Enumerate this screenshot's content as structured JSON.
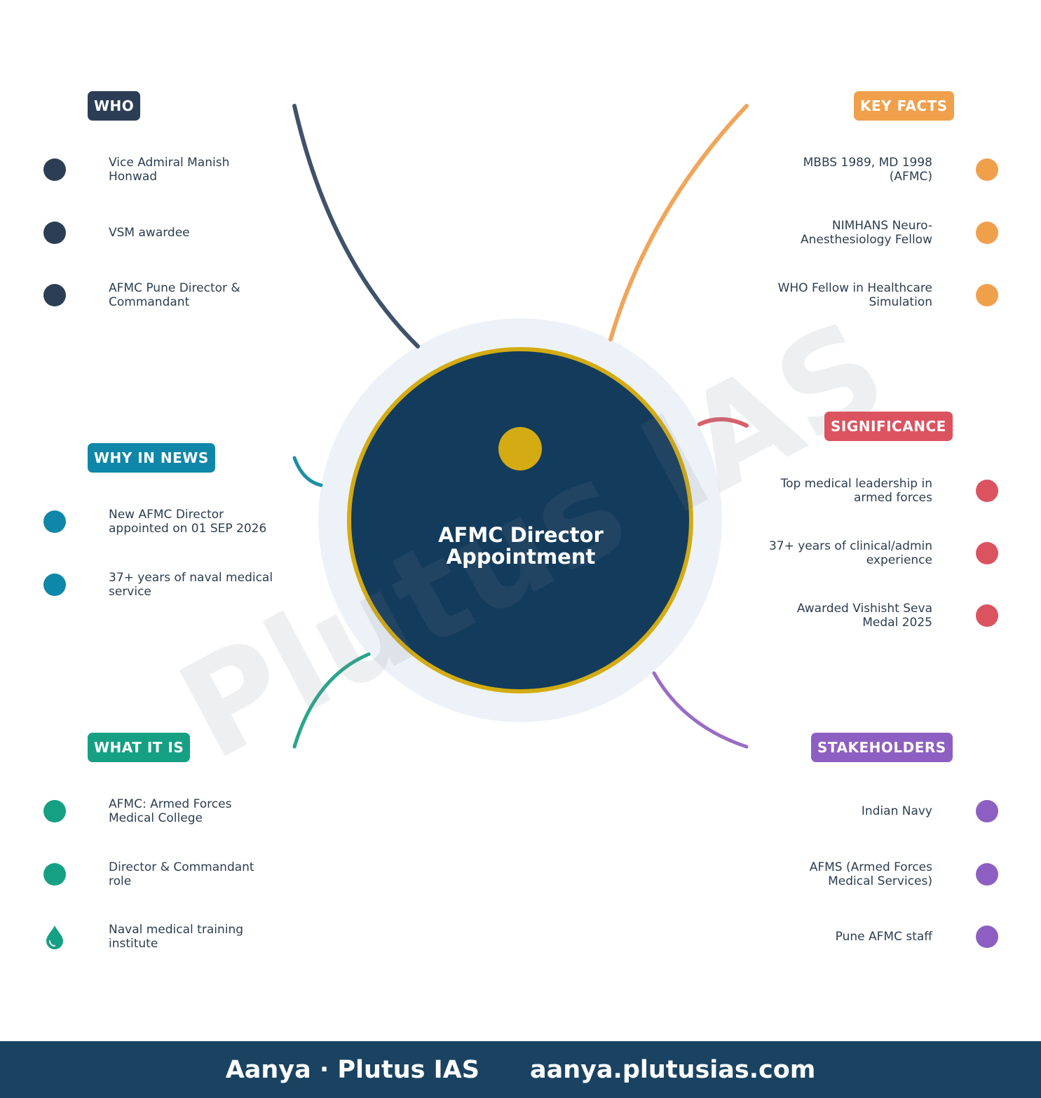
{
  "center": {
    "title": "AFMC Director Appointment"
  },
  "watermark": "Plutus IAS",
  "branches": {
    "who": {
      "label": "WHO",
      "color": "#2c3e55",
      "items": [
        "Vice Admiral Manish Honwad",
        "VSM awardee",
        "AFMC Pune Director & Commandant"
      ]
    },
    "why": {
      "label": "WHY IN NEWS",
      "color": "#0e87a8",
      "items": [
        "New AFMC Director appointed on 01 SEP 2026",
        "37+ years of naval medical service"
      ]
    },
    "what": {
      "label": "WHAT IT IS",
      "color": "#16a083",
      "items": [
        "AFMC: Armed Forces Medical College",
        "Director & Commandant role",
        "Naval medical training institute"
      ]
    },
    "facts": {
      "label": "KEY FACTS",
      "color": "#f0a04b",
      "items": [
        "MBBS 1989, MD 1998 (AFMC)",
        "NIMHANS Neuro-Anesthesiology Fellow",
        "WHO Fellow in Healthcare Simulation"
      ]
    },
    "significance": {
      "label": "SIGNIFICANCE",
      "color": "#dc5360",
      "items": [
        "Top medical leadership in armed forces",
        "37+ years of clinical/admin experience",
        "Awarded Vishisht Seva Medal 2025"
      ]
    },
    "stakeholders": {
      "label": "STAKEHOLDERS",
      "color": "#8e5fc2",
      "items": [
        "Indian Navy",
        "AFMS (Armed Forces Medical Services)",
        "Pune AFMC staff"
      ]
    }
  },
  "icons": {
    "center": "sun-icon",
    "bullet": "circle-bullet-icon",
    "last_what": "droplet-icon"
  },
  "footer": {
    "brand": "Aanya · Plutus IAS",
    "url": "aanya.plutusias.com"
  }
}
